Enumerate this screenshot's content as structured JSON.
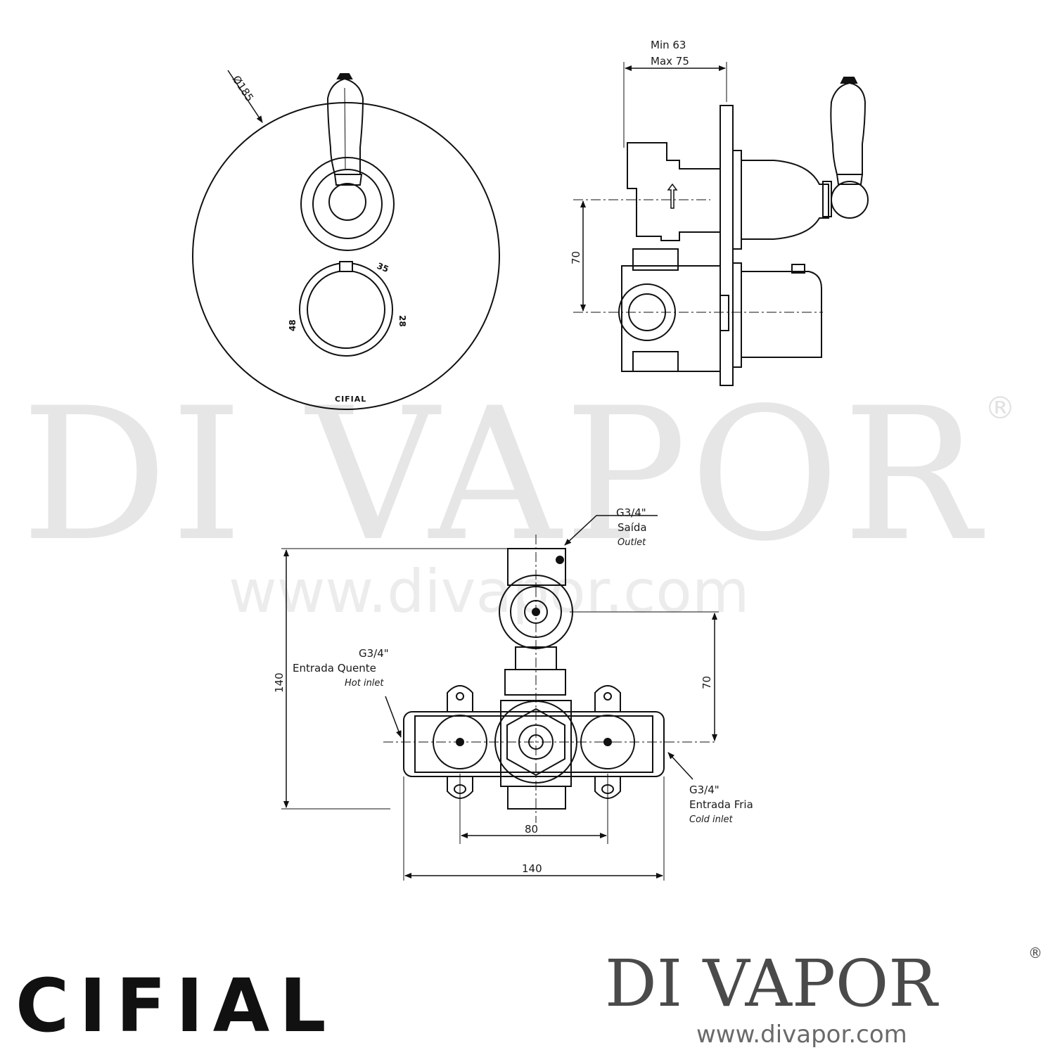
{
  "watermark": {
    "brand": "DI VAPOR",
    "registered": "®",
    "url": "www.divapor.com"
  },
  "front_view": {
    "diameter_label": "Ø185",
    "scale_labels": [
      "35",
      "28",
      "48"
    ],
    "plate_brand": "CIFIAL"
  },
  "side_view": {
    "depth_min": "Min 63",
    "depth_max": "Max 75",
    "height_spacing": "70"
  },
  "valve_body": {
    "outlet": {
      "thread": "G3/4\"",
      "name_pt": "Saída",
      "name_en": "Outlet"
    },
    "hot_inlet": {
      "thread": "G3/4\"",
      "name_pt": "Entrada Quente",
      "name_en": "Hot inlet"
    },
    "cold_inlet": {
      "thread": "G3/4\"",
      "name_pt": "Entrada Fria",
      "name_en": "Cold inlet"
    },
    "height_total": "140",
    "outlet_spacing": "70",
    "mount_spacing": "80",
    "width_total": "140"
  },
  "footer": {
    "manufacturer_logo": "CIFIAL",
    "brand": "DI VAPOR",
    "registered": "®",
    "url": "www.divapor.com"
  }
}
